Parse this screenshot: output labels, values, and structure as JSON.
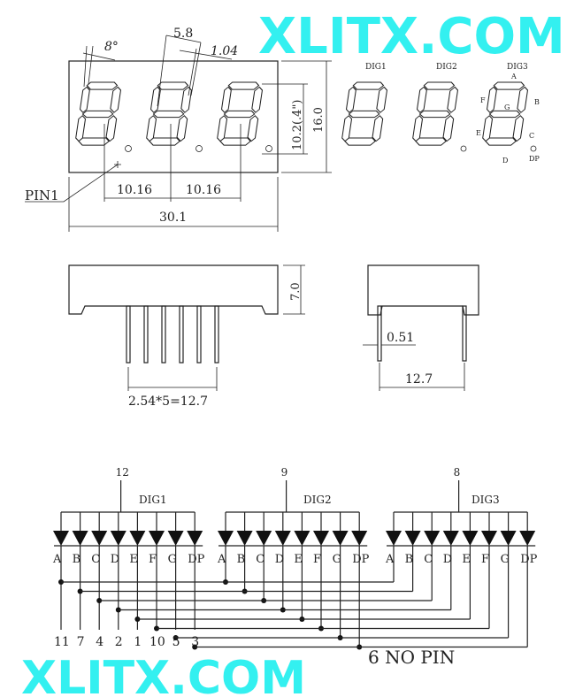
{
  "top_view": {
    "angle": "8°",
    "digit_width": "5.8",
    "segment_width": "1.04",
    "digit_height": "10.2(.4\")",
    "body_height": "16.0",
    "pitch_1": "10.16",
    "pitch_2": "10.16",
    "body_width": "30.1",
    "pin1_label": "PIN1"
  },
  "segment_view": {
    "digit_labels": [
      "DIG1",
      "DIG2",
      "DIG3"
    ],
    "segment_labels": {
      "a": "A",
      "b": "B",
      "c": "C",
      "d": "D",
      "e": "E",
      "f": "F",
      "g": "G",
      "dp": "DP"
    }
  },
  "side_view": {
    "height": "7.0",
    "pin_pitch": "2.54*5=12.7"
  },
  "end_view": {
    "pin_width": "0.51",
    "row_spacing": "12.7"
  },
  "schematic": {
    "digits": [
      {
        "label": "DIG1",
        "common_pin": "12"
      },
      {
        "label": "DIG2",
        "common_pin": "9"
      },
      {
        "label": "DIG3",
        "common_pin": "8"
      }
    ],
    "segments": [
      "A",
      "B",
      "C",
      "D",
      "E",
      "F",
      "G",
      "DP"
    ],
    "segment_pins": [
      "11",
      "7",
      "4",
      "2",
      "1",
      "10",
      "5",
      "3"
    ],
    "note": "6 NO PIN"
  },
  "watermark": "XLITX.COM"
}
